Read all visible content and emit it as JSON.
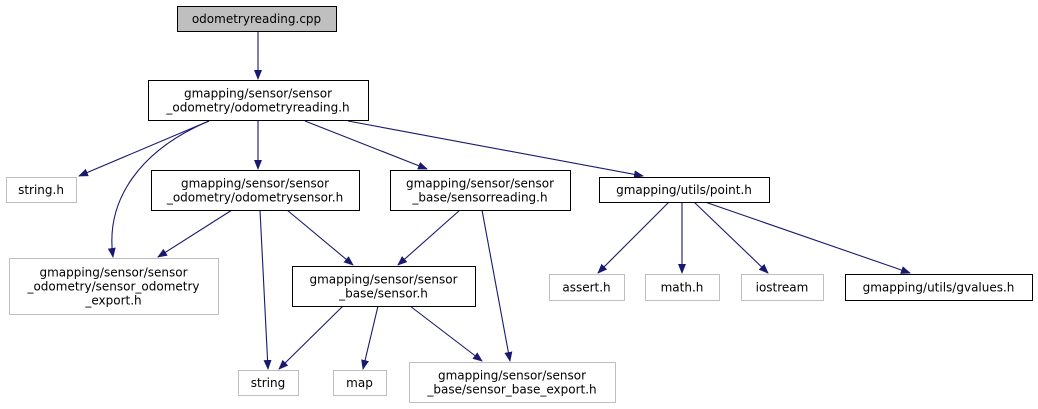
{
  "colors": {
    "edge": "#191970",
    "root_fill": "#bfbfbf",
    "documented_border": "#000000",
    "external_border": "#bfbfbf",
    "node_fill": "#ffffff",
    "text": "#000000"
  },
  "nodes": [
    {
      "id": "odometryreading_cpp",
      "lines": [
        "odometryreading.cpp"
      ],
      "kind": "root"
    },
    {
      "id": "odometryreading_h",
      "lines": [
        "gmapping/sensor/sensor",
        "_odometry/odometryreading.h"
      ],
      "kind": "documented"
    },
    {
      "id": "string_h",
      "lines": [
        "string.h"
      ],
      "kind": "external"
    },
    {
      "id": "odometrysensor_h",
      "lines": [
        "gmapping/sensor/sensor",
        "_odometry/odometrysensor.h"
      ],
      "kind": "documented"
    },
    {
      "id": "sensorreading_h",
      "lines": [
        "gmapping/sensor/sensor",
        "_base/sensorreading.h"
      ],
      "kind": "documented"
    },
    {
      "id": "point_h",
      "lines": [
        "gmapping/utils/point.h"
      ],
      "kind": "documented"
    },
    {
      "id": "sensor_odometry_export_h",
      "lines": [
        "gmapping/sensor/sensor",
        "_odometry/sensor_odometry",
        "_export.h"
      ],
      "kind": "external"
    },
    {
      "id": "sensor_h",
      "lines": [
        "gmapping/sensor/sensor",
        "_base/sensor.h"
      ],
      "kind": "documented"
    },
    {
      "id": "assert_h",
      "lines": [
        "assert.h"
      ],
      "kind": "external"
    },
    {
      "id": "math_h",
      "lines": [
        "math.h"
      ],
      "kind": "external"
    },
    {
      "id": "iostream",
      "lines": [
        "iostream"
      ],
      "kind": "external"
    },
    {
      "id": "gvalues_h",
      "lines": [
        "gmapping/utils/gvalues.h"
      ],
      "kind": "documented"
    },
    {
      "id": "string",
      "lines": [
        "string"
      ],
      "kind": "external"
    },
    {
      "id": "map",
      "lines": [
        "map"
      ],
      "kind": "external"
    },
    {
      "id": "sensor_base_export_h",
      "lines": [
        "gmapping/sensor/sensor",
        "_base/sensor_base_export.h"
      ],
      "kind": "external"
    }
  ],
  "edges": [
    {
      "from": "odometryreading_cpp",
      "to": "odometryreading_h"
    },
    {
      "from": "odometryreading_h",
      "to": "string_h"
    },
    {
      "from": "odometryreading_h",
      "to": "sensor_odometry_export_h"
    },
    {
      "from": "odometryreading_h",
      "to": "odometrysensor_h"
    },
    {
      "from": "odometryreading_h",
      "to": "sensorreading_h"
    },
    {
      "from": "odometryreading_h",
      "to": "point_h"
    },
    {
      "from": "odometrysensor_h",
      "to": "sensor_odometry_export_h"
    },
    {
      "from": "odometrysensor_h",
      "to": "sensor_h"
    },
    {
      "from": "odometrysensor_h",
      "to": "string"
    },
    {
      "from": "sensorreading_h",
      "to": "sensor_h"
    },
    {
      "from": "sensorreading_h",
      "to": "sensor_base_export_h"
    },
    {
      "from": "sensor_h",
      "to": "string"
    },
    {
      "from": "sensor_h",
      "to": "map"
    },
    {
      "from": "sensor_h",
      "to": "sensor_base_export_h"
    },
    {
      "from": "point_h",
      "to": "assert_h"
    },
    {
      "from": "point_h",
      "to": "math_h"
    },
    {
      "from": "point_h",
      "to": "iostream"
    },
    {
      "from": "point_h",
      "to": "gvalues_h"
    }
  ]
}
